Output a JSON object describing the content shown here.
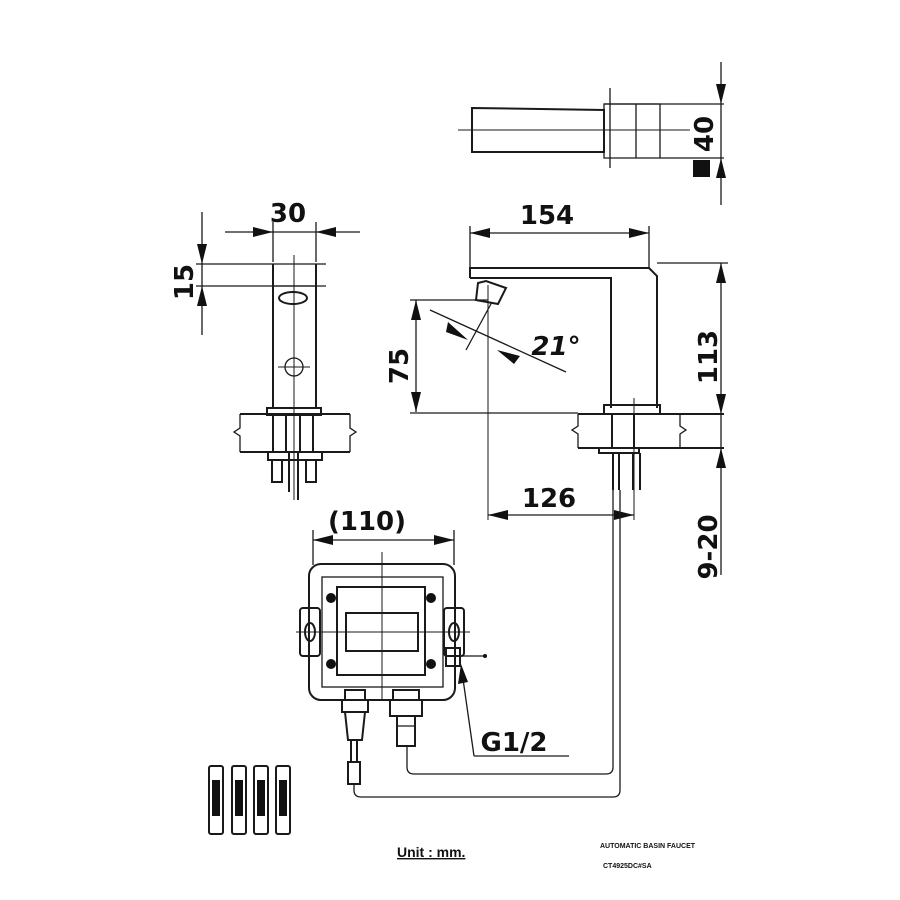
{
  "dimensions": {
    "top_height": "40",
    "side_width": "30",
    "side_height": "15",
    "spout_length": "154",
    "spout_drop": "75",
    "spray_angle": "21°",
    "body_height": "113",
    "reach": "126",
    "counter_thickness": "9-20",
    "box_width": "(110)",
    "thread": "G1/2"
  },
  "notes": {
    "unit": "Unit : mm.",
    "product_name": "AUTOMATIC BASIN FAUCET",
    "model_code": "CT4925DC#SA"
  }
}
